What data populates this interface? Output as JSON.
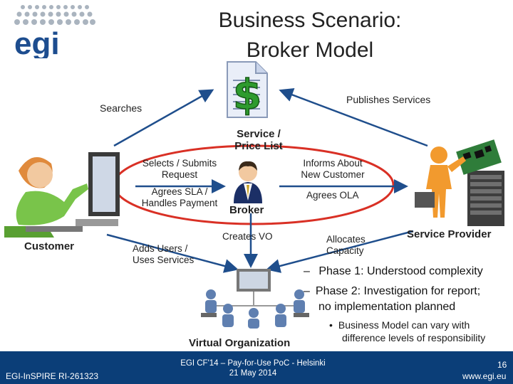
{
  "logo": {
    "text": "egi"
  },
  "title": {
    "line1": "Business Scenario:",
    "line2": "Broker Model"
  },
  "labels": {
    "searches": "Searches",
    "publishes": "Publishes Services",
    "service_price_list": [
      "Service /",
      "Price List"
    ],
    "selects_submits": [
      "Selects / Submits",
      "Request"
    ],
    "informs_about": [
      "Informs About",
      "New Customer"
    ],
    "agrees_sla": [
      "Agrees SLA /",
      "Handles Payment"
    ],
    "agrees_ola": "Agrees OLA",
    "broker": "Broker",
    "customer": "Customer",
    "service_provider": "Service Provider",
    "creates_vo": "Creates VO",
    "adds_users": [
      "Adds Users /",
      "Uses Services"
    ],
    "allocates": [
      "Allocates",
      "Capacity"
    ],
    "virtual_org": "Virtual Organization"
  },
  "bullets": {
    "phase1": "Phase 1: Understood complexity",
    "phase2": [
      "Phase 2: Investigation for report;",
      "no implementation planned"
    ],
    "sub": [
      "Business Model can vary with",
      "difference levels of responsibility"
    ],
    "dash": "–",
    "dot": "•"
  },
  "footer": {
    "left": "EGI-InSPIRE RI-261323",
    "center": [
      "EGI CF'14 – Pay-for-Use PoC - Helsinki",
      "21 May 2014"
    ],
    "page": "16",
    "url": "www.egi.eu"
  },
  "colors": {
    "arrow": "#1f4e8c",
    "ellipse": "#d93025",
    "footer": "#0b3e78",
    "dollar": "#2e9b2e"
  }
}
